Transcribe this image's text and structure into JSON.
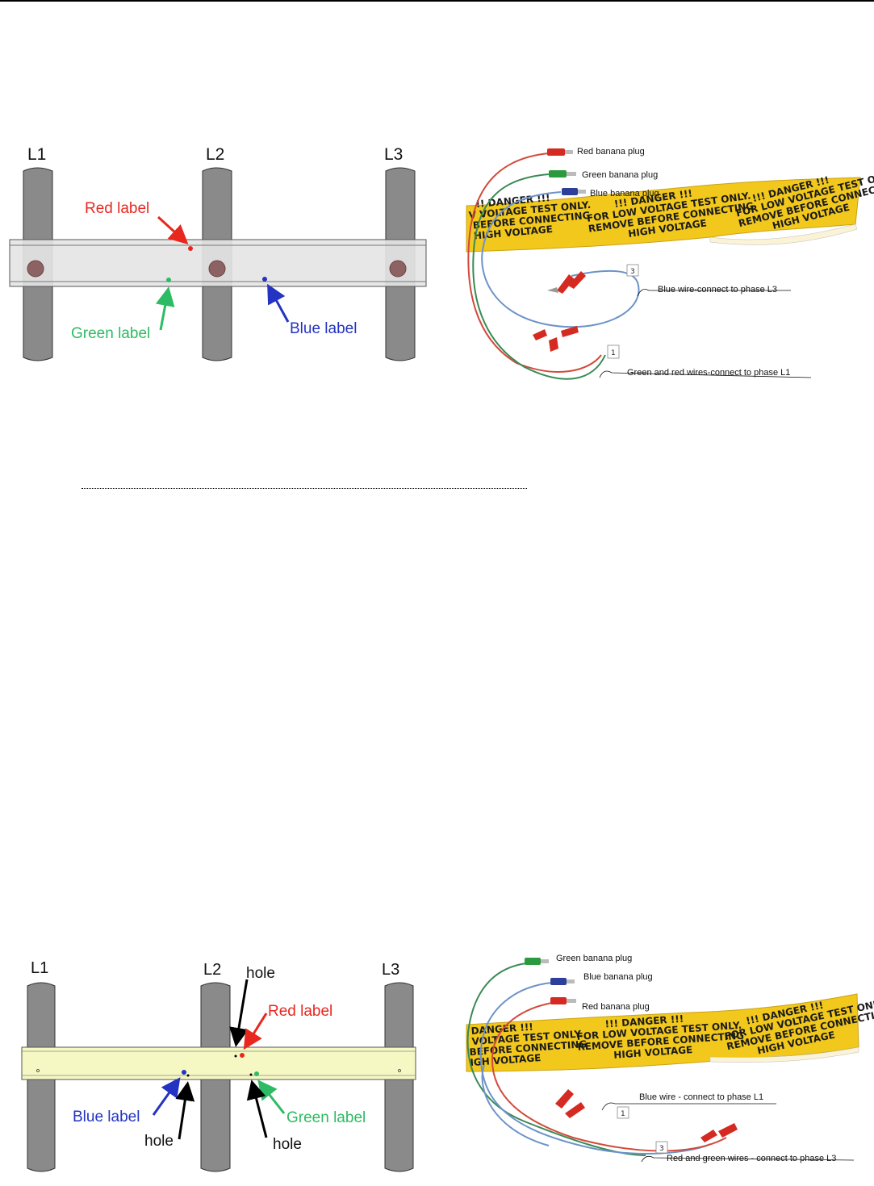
{
  "diagram_top": {
    "phases": [
      "L1",
      "L2",
      "L3"
    ],
    "labels": {
      "red": "Red label",
      "green": "Green label",
      "blue": "Blue label"
    },
    "photo": {
      "plugs": [
        "Red banana plug",
        "Green banana plug",
        "Blue banana plug"
      ],
      "tape_text": {
        "danger": "!!! DANGER !!!",
        "line1": "FOR LOW VOLTAGE TEST ONLY.",
        "line2": "REMOVE BEFORE CONNECTING",
        "line3": "HIGH VOLTAGE"
      },
      "tape_partial": {
        "danger": "!! DANGER !!!",
        "line1": "V VOLTAGE TEST ONLY.",
        "line2": "BEFORE CONNECTING",
        "line3": "HIGH VOLTAGE"
      },
      "tag_blue": "3",
      "tag_green_red": "1",
      "captions": {
        "blue": "Blue wire-connect to phase L3",
        "green_red": "Green and red wires-connect to phase L1"
      }
    }
  },
  "diagram_bottom": {
    "phases": [
      "L1",
      "L2",
      "L3"
    ],
    "labels": {
      "red": "Red label",
      "green": "Green label",
      "blue": "Blue label",
      "hole": "hole"
    },
    "photo": {
      "plugs": [
        "Green banana plug",
        "Blue banana plug",
        "Red banana plug"
      ],
      "tape_text": {
        "danger": "!!! DANGER !!!",
        "line1": "FOR LOW VOLTAGE TEST ONLY.",
        "line2": "REMOVE BEFORE CONNECTING",
        "line3": "HIGH VOLTAGE"
      },
      "tape_partial": {
        "danger": "DANGER !!!",
        "line1": "VOLTAGE TEST ONLY.",
        "line2": "BEFORE CONNECTING",
        "line3": "IGH VOLTAGE"
      },
      "tag_blue": "1",
      "tag_green_red": "3",
      "captions": {
        "blue": "Blue wire - connect to phase L1",
        "green_red": "Red and green wires - connect to phase L3"
      }
    }
  },
  "colors": {
    "pole": "#8a8a8a",
    "bar_top": "#e4e4e4",
    "bar_bottom": "#f6f8c4",
    "red": "#e8271f",
    "green": "#2dbb63",
    "blue": "#2333c2",
    "tape": "#f2c81c"
  }
}
